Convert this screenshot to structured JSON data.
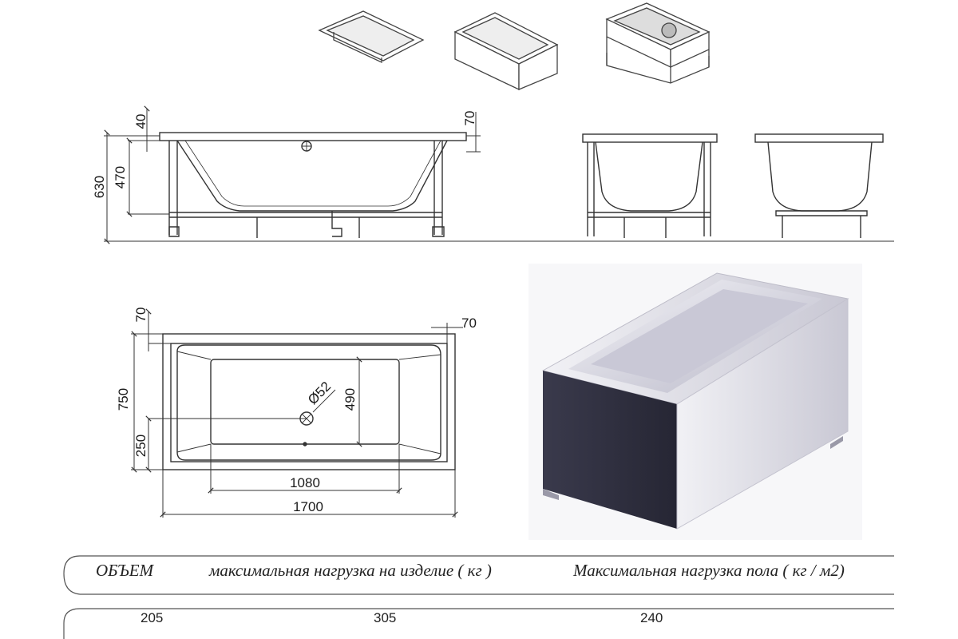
{
  "top_dims": {
    "rim_height": "40",
    "end_height": "70",
    "total_height": "630",
    "inner_depth": "470"
  },
  "plan_dims": {
    "rim_top": "70",
    "rim_right": "70",
    "width": "750",
    "drain_offset": "250",
    "inner_width": "490",
    "drain_diameter": "Ø52",
    "inner_length": "1080",
    "length": "1700"
  },
  "specs": {
    "headers": [
      "ОБЪЕМ",
      "максимальная нагрузка на изделие ( кг )",
      "Максимальная нагрузка пола ( кг / м2)"
    ],
    "values": [
      "205",
      "305",
      "240"
    ]
  },
  "colors": {
    "line": "#333333",
    "render_shadow": "#2b2b3a",
    "render_body": "#dcdbe4"
  }
}
